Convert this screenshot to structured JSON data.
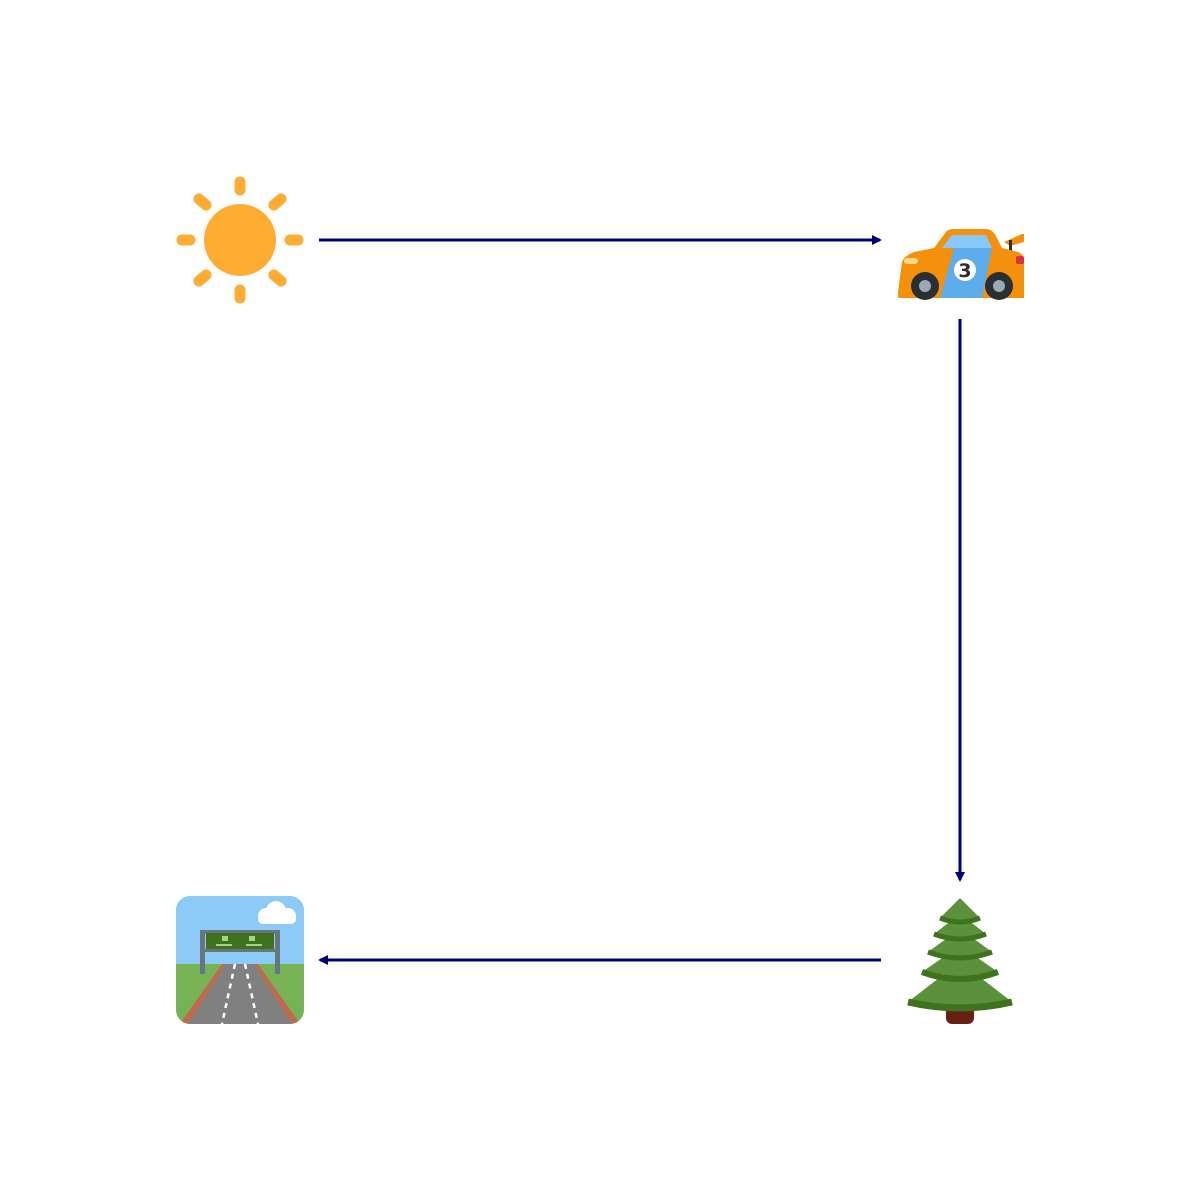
{
  "diagram": {
    "type": "flow-cycle",
    "nodes": [
      {
        "id": "sun",
        "icon": "sun-icon"
      },
      {
        "id": "car",
        "icon": "race-car-icon",
        "number": "3"
      },
      {
        "id": "tree",
        "icon": "evergreen-tree-icon"
      },
      {
        "id": "highway",
        "icon": "motorway-icon"
      }
    ],
    "edges": [
      {
        "from": "sun",
        "to": "car"
      },
      {
        "from": "car",
        "to": "tree"
      },
      {
        "from": "tree",
        "to": "highway"
      }
    ]
  },
  "colors": {
    "arrow": "#000080",
    "sun": "#FFAC33",
    "car_body": "#F4900C",
    "car_stripe": "#5DADEC",
    "tree_light": "#5C913B",
    "tree_dark": "#3E721D",
    "trunk": "#662113",
    "sky": "#8CCAF7",
    "grass": "#77B255",
    "road": "#808080"
  }
}
